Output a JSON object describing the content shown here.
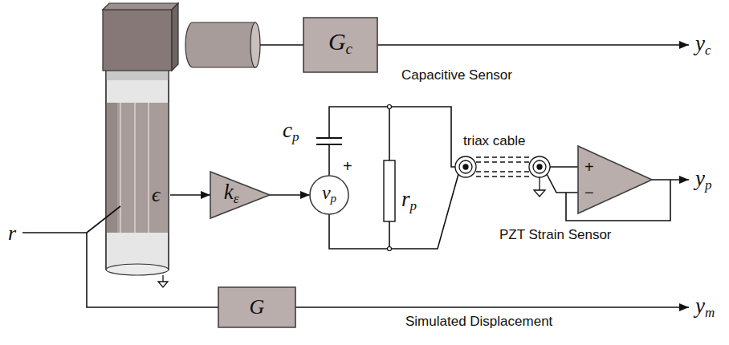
{
  "diagram": {
    "nodes": [
      {
        "text": [
          "Gc"
        ]
      },
      {
        "text": [
          "kε"
        ]
      },
      {
        "text": [
          "vp"
        ]
      },
      {
        "text": [
          "+",
          "−"
        ]
      },
      {
        "text": [
          "G"
        ]
      }
    ],
    "edges": [
      {
        "from": 1,
        "to": 2,
        "arrow": "to"
      }
    ],
    "labels": [
      "ϵ",
      "+",
      "cp",
      "rp",
      "triax cable",
      "yc",
      "Capacitive Sensor",
      "yp",
      "PZT Strain Sensor",
      "r",
      "ym",
      "Simulated Displacement"
    ]
  }
}
